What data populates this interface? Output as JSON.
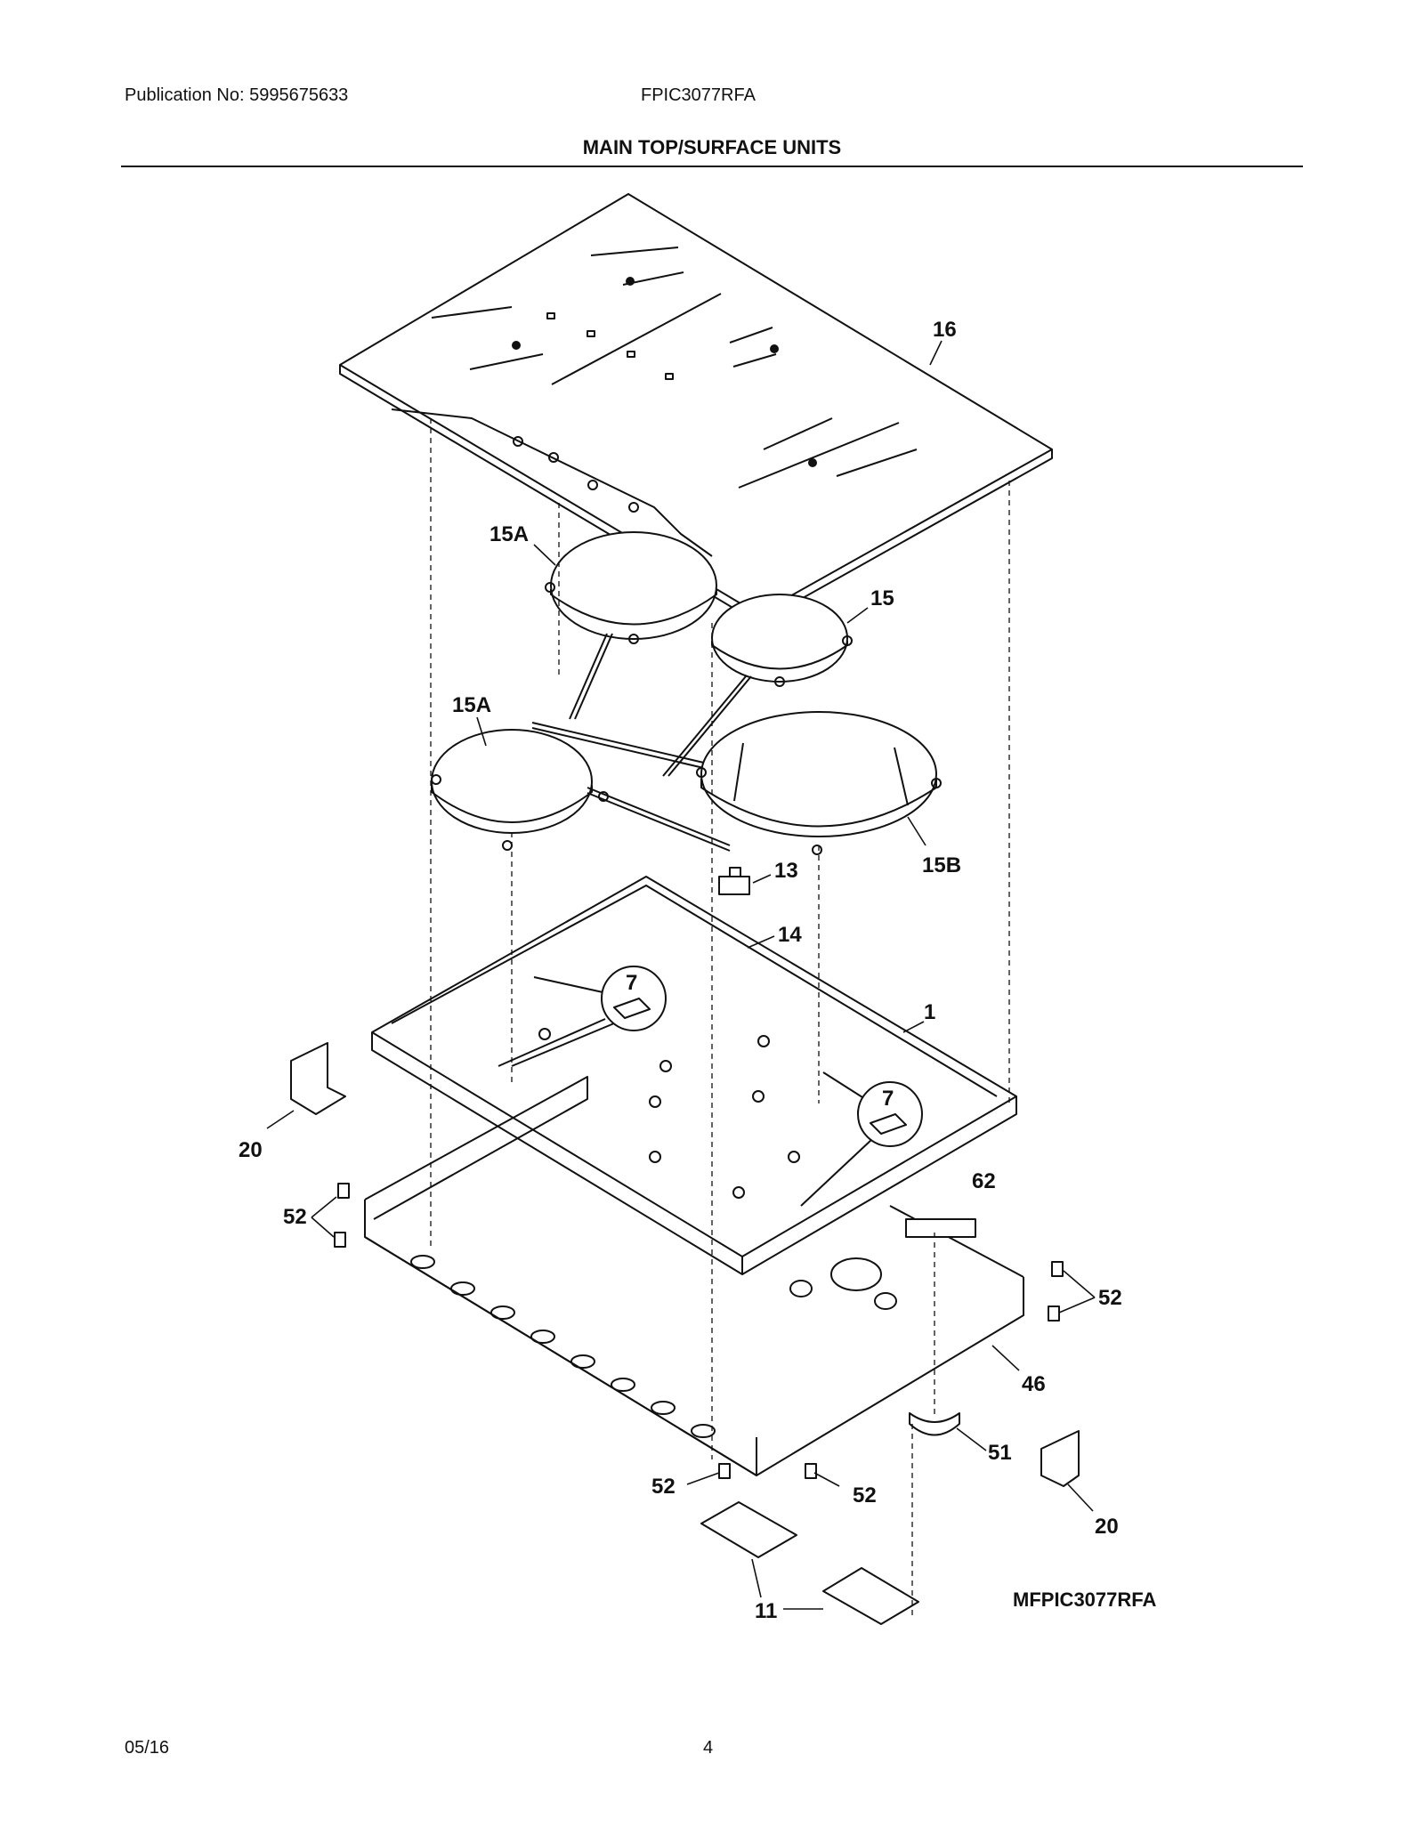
{
  "header": {
    "publication": "Publication No: 5995675633",
    "model": "FPIC3077RFA",
    "title": "MAIN TOP/SURFACE UNITS"
  },
  "callouts": {
    "c16": "16",
    "c15a_top": "15A",
    "c15": "15",
    "c15a_left": "15A",
    "c15b": "15B",
    "c13": "13",
    "c14": "14",
    "c7_left": "7",
    "c7_right": "7",
    "c1": "1",
    "c20_left": "20",
    "c52_left": "52",
    "c62": "62",
    "c52_right": "52",
    "c46": "46",
    "c51": "51",
    "c20_right": "20",
    "c52_bl": "52",
    "c52_br": "52",
    "c11": "11"
  },
  "figure_id": "MFPIC3077RFA",
  "footer": {
    "date": "05/16",
    "page": "4"
  }
}
